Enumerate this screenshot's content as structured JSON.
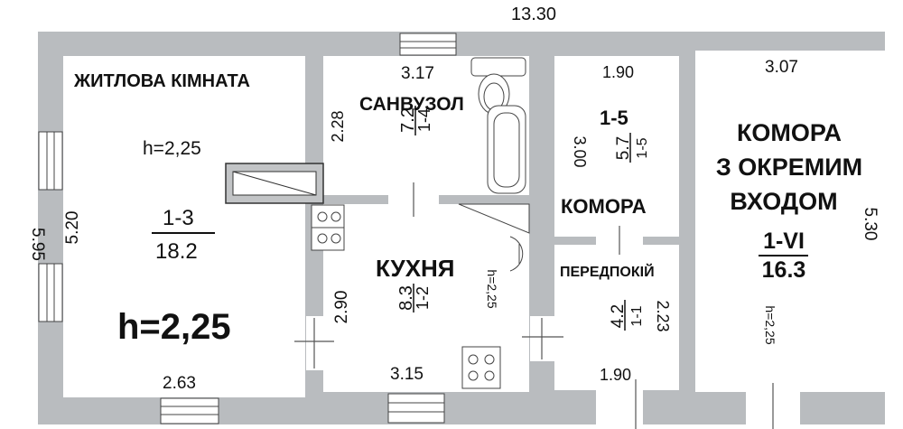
{
  "overall": {
    "width_label": "13.30",
    "height_label": "5.95"
  },
  "rooms": {
    "living": {
      "title": "ЖИТЛОВА КІМНАТА",
      "height_small": "h=2,25",
      "number": "1-3",
      "area": "18.2",
      "height_large": "h=2,25",
      "dim_left": "5.20",
      "dim_bottom": "2.63"
    },
    "bathroom": {
      "title": "САНВУЗОЛ",
      "dim_top": "3.17",
      "dim_left": "2.28",
      "number": "1-4",
      "area": "7.2"
    },
    "kitchen": {
      "title": "КУХНЯ",
      "number": "1-2",
      "area": "8.3",
      "height": "h=2,25",
      "dim_left": "2.90",
      "dim_bottom": "3.15"
    },
    "storage": {
      "title": "КОМОРА",
      "dim_top": "1.90",
      "dim_left": "3.00",
      "code": "1-5",
      "number": "1-5",
      "area": "5.7"
    },
    "hallway": {
      "title": "ПЕРЕДПОКІЙ",
      "number": "1-1",
      "area": "4.2",
      "dim_right": "2.23",
      "dim_bottom": "1.90"
    },
    "separate_storage": {
      "title_line1": "КОМОРА",
      "title_line2": "З ОКРЕМИМ",
      "title_line3": "ВХОДОМ",
      "dim_top": "3.07",
      "dim_right": "5.30",
      "number": "1-VI",
      "area": "16.3",
      "height": "h=2,25"
    }
  }
}
